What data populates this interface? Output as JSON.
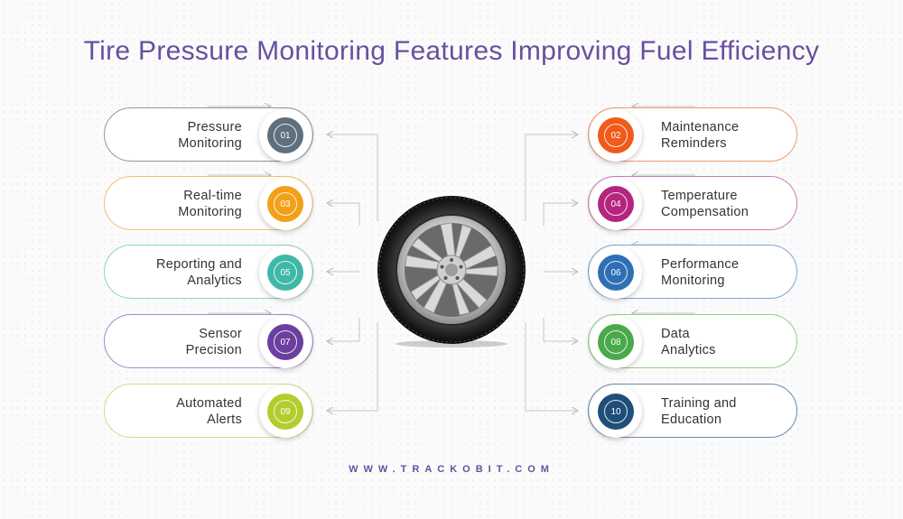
{
  "title": "Tire Pressure Monitoring Features Improving Fuel Efficiency",
  "footer": "WWW.TRACKOBIT.COM",
  "features": [
    {
      "number": "01",
      "line1": "Pressure",
      "line2": "Monitoring",
      "color": "#5e6f7d",
      "border": "#8a9aa6"
    },
    {
      "number": "02",
      "line1": "Maintenance",
      "line2": "Reminders",
      "color": "#f05a1a",
      "border": "#f39a6a"
    },
    {
      "number": "03",
      "line1": "Real-time",
      "line2": "Monitoring",
      "color": "#f2a019",
      "border": "#f3c46b"
    },
    {
      "number": "04",
      "line1": "Temperature",
      "line2": "Compensation",
      "color": "#b5247e",
      "border": "#d27ab3"
    },
    {
      "number": "05",
      "line1": "Reporting and",
      "line2": "Analytics",
      "color": "#3fb8a8",
      "border": "#8dd3c9"
    },
    {
      "number": "06",
      "line1": "Performance",
      "line2": "Monitoring",
      "color": "#2f6fb6",
      "border": "#7ea7d4"
    },
    {
      "number": "07",
      "line1": "Sensor",
      "line2": "Precision",
      "color": "#6b3fa0",
      "border": "#a58ac6"
    },
    {
      "number": "08",
      "line1": "Data",
      "line2": "Analytics",
      "color": "#4aa94a",
      "border": "#93cf8a"
    },
    {
      "number": "09",
      "line1": "Automated",
      "line2": "Alerts",
      "color": "#b5cc2e",
      "border": "#d3e07d"
    },
    {
      "number": "10",
      "line1": "Training and",
      "line2": "Education",
      "color": "#1f4e79",
      "border": "#6b8bab"
    }
  ]
}
